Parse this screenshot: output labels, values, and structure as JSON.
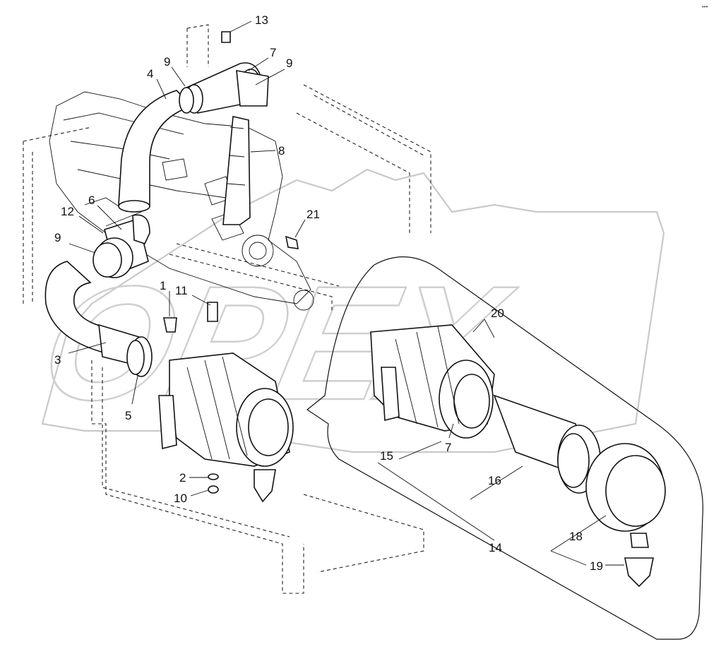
{
  "diagram": {
    "watermark": "OPEX",
    "corner_mark": "•••",
    "callouts": [
      {
        "id": "c13",
        "label": "13"
      },
      {
        "id": "c7a",
        "label": "7"
      },
      {
        "id": "c9a",
        "label": "9"
      },
      {
        "id": "c9b",
        "label": "9"
      },
      {
        "id": "c4",
        "label": "4"
      },
      {
        "id": "c8",
        "label": "8"
      },
      {
        "id": "c6",
        "label": "6"
      },
      {
        "id": "c12",
        "label": "12"
      },
      {
        "id": "c9c",
        "label": "9"
      },
      {
        "id": "c21",
        "label": "21"
      },
      {
        "id": "c1",
        "label": "1"
      },
      {
        "id": "c11",
        "label": "11"
      },
      {
        "id": "c3",
        "label": "3"
      },
      {
        "id": "c5",
        "label": "5"
      },
      {
        "id": "c2",
        "label": "2"
      },
      {
        "id": "c10",
        "label": "10"
      },
      {
        "id": "c20",
        "label": "20"
      },
      {
        "id": "c7b",
        "label": "7"
      },
      {
        "id": "c15",
        "label": "15"
      },
      {
        "id": "c16",
        "label": "16"
      },
      {
        "id": "c14",
        "label": "14"
      },
      {
        "id": "c18",
        "label": "18"
      },
      {
        "id": "c19",
        "label": "19"
      }
    ]
  }
}
